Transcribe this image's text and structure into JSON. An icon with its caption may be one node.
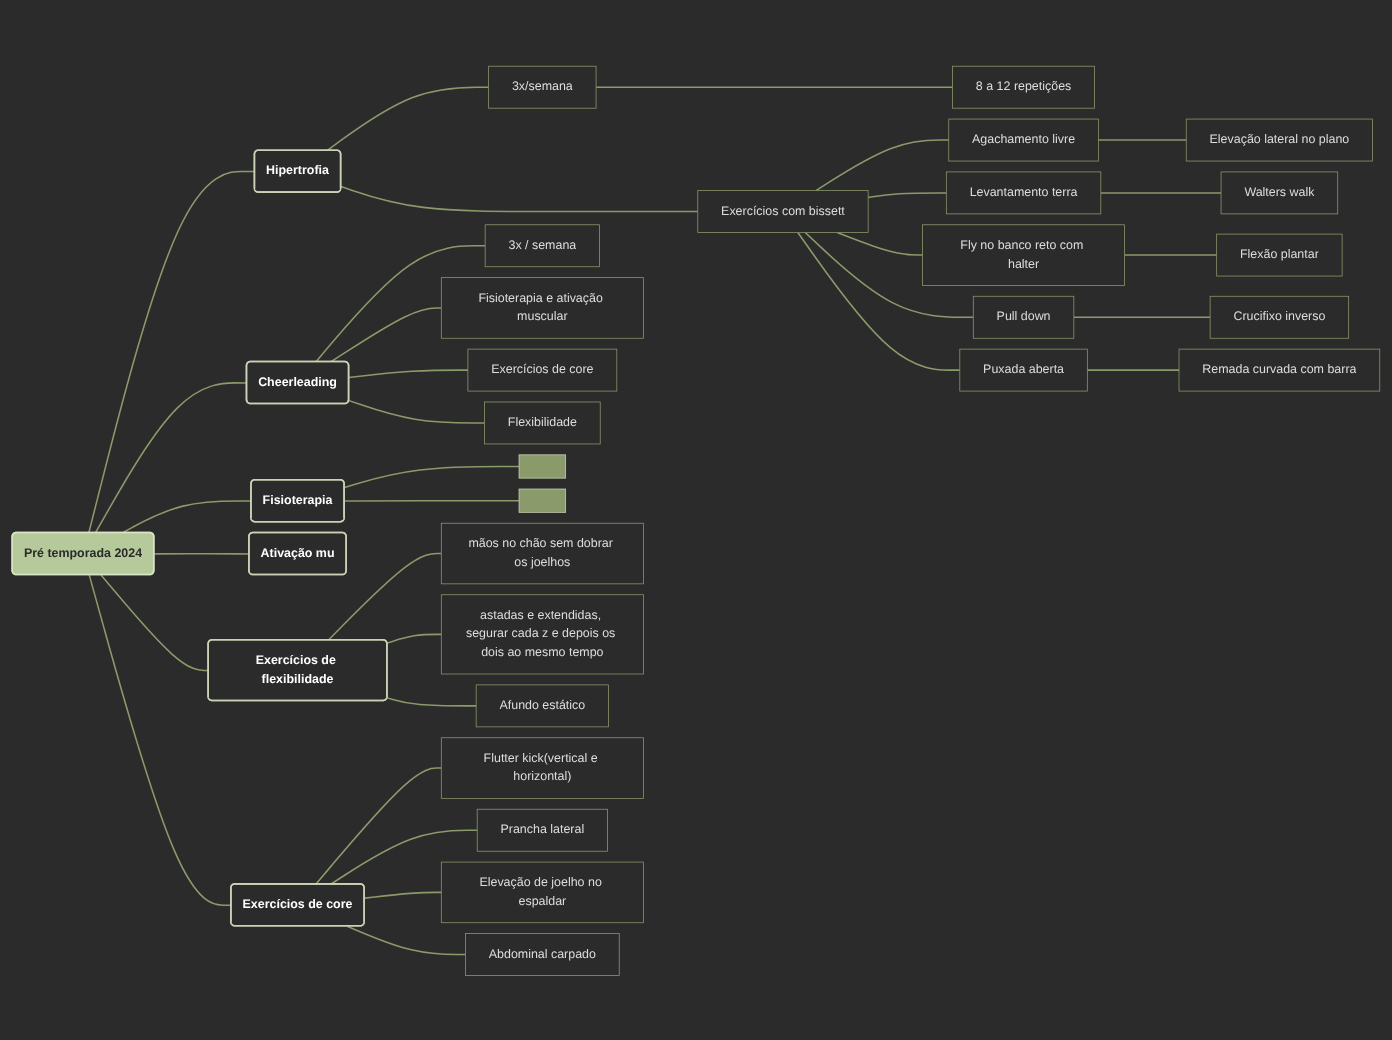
{
  "diagram": {
    "nodes": [
      {
        "text": [
          "Pré temporada 2024"
        ]
      },
      {
        "text": [
          "Hipertrofia"
        ]
      },
      {
        "text": [
          "3x/semana"
        ]
      },
      {
        "text": [
          "8 a 12 repetições"
        ]
      },
      {
        "text": [
          "Exercícios com bissett"
        ]
      },
      {
        "text": [
          "Agachamento livre"
        ]
      },
      {
        "text": [
          "Elevação lateral no plano"
        ]
      },
      {
        "text": [
          "Levantamento terra"
        ]
      },
      {
        "text": [
          "Walters walk"
        ]
      },
      {
        "text": [
          "Fly no banco reto com halter"
        ]
      },
      {
        "text": [
          "Flexão plantar"
        ]
      },
      {
        "text": [
          "Pull down"
        ]
      },
      {
        "text": [
          "Crucifixo inverso"
        ]
      },
      {
        "text": [
          "Puxada aberta"
        ]
      },
      {
        "text": [
          "Remada curvada com barra"
        ]
      },
      {
        "text": [
          "Cheerleading"
        ]
      },
      {
        "text": [
          "3x / semana"
        ]
      },
      {
        "text": [
          "Fisioterapia e ativação muscular"
        ]
      },
      {
        "text": [
          "Exercícios de core"
        ]
      },
      {
        "text": [
          "Flexibilidade"
        ]
      },
      {
        "text": [
          "Fisioterapia"
        ]
      },
      {
        "text": [],
        "shape": "bar"
      },
      {
        "text": [],
        "shape": "bar"
      },
      {
        "text": [
          "Ativação mu"
        ]
      },
      {
        "text": [
          "Exercícios de flexibilidade"
        ]
      },
      {
        "text": [
          "mãos no chão sem dobrar os joelhos"
        ]
      },
      {
        "text": [
          "astadas e extendidas, segurar cada z e depois os dois ao mesmo tempo"
        ]
      },
      {
        "text": [
          "Afundo estático"
        ]
      },
      {
        "text": [
          "Exercícios de core"
        ]
      },
      {
        "text": [
          "Flutter kick(vertical e horizontal)"
        ]
      },
      {
        "text": [
          "Prancha lateral"
        ]
      },
      {
        "text": [
          "Elevação de joelho no espaldar"
        ]
      },
      {
        "text": [
          "Abdominal carpado"
        ]
      }
    ],
    "edges": [
      {
        "from": 0,
        "to": 1,
        "arrow": "none"
      },
      {
        "from": 1,
        "to": 2,
        "arrow": "none"
      },
      {
        "from": 2,
        "to": 3,
        "arrow": "none"
      },
      {
        "from": 1,
        "to": 4,
        "arrow": "none"
      },
      {
        "from": 4,
        "to": 5,
        "arrow": "none"
      },
      {
        "from": 5,
        "to": 6,
        "arrow": "none"
      },
      {
        "from": 4,
        "to": 7,
        "arrow": "none"
      },
      {
        "from": 7,
        "to": 8,
        "arrow": "none"
      },
      {
        "from": 4,
        "to": 9,
        "arrow": "none"
      },
      {
        "from": 9,
        "to": 10,
        "arrow": "none"
      },
      {
        "from": 4,
        "to": 11,
        "arrow": "none"
      },
      {
        "from": 11,
        "to": 12,
        "arrow": "none"
      },
      {
        "from": 4,
        "to": 13,
        "arrow": "none"
      },
      {
        "from": 13,
        "to": 14,
        "arrow": "none"
      },
      {
        "from": 0,
        "to": 15,
        "arrow": "none"
      },
      {
        "from": 15,
        "to": 16,
        "arrow": "none"
      },
      {
        "from": 15,
        "to": 17,
        "arrow": "none"
      },
      {
        "from": 15,
        "to": 18,
        "arrow": "none"
      },
      {
        "from": 15,
        "to": 19,
        "arrow": "none"
      },
      {
        "from": 0,
        "to": 20,
        "arrow": "none"
      },
      {
        "from": 20,
        "to": 21,
        "arrow": "none"
      },
      {
        "from": 20,
        "to": 22,
        "arrow": "none"
      },
      {
        "from": 0,
        "to": 23,
        "arrow": "none"
      },
      {
        "from": 0,
        "to": 24,
        "arrow": "none"
      },
      {
        "from": 24,
        "to": 25,
        "arrow": "none"
      },
      {
        "from": 24,
        "to": 26,
        "arrow": "none"
      },
      {
        "from": 24,
        "to": 27,
        "arrow": "none"
      },
      {
        "from": 0,
        "to": 28,
        "arrow": "none"
      },
      {
        "from": 28,
        "to": 29,
        "arrow": "none"
      },
      {
        "from": 28,
        "to": 30,
        "arrow": "none"
      },
      {
        "from": 28,
        "to": 31,
        "arrow": "none"
      },
      {
        "from": 28,
        "to": 32,
        "arrow": "none"
      }
    ]
  }
}
